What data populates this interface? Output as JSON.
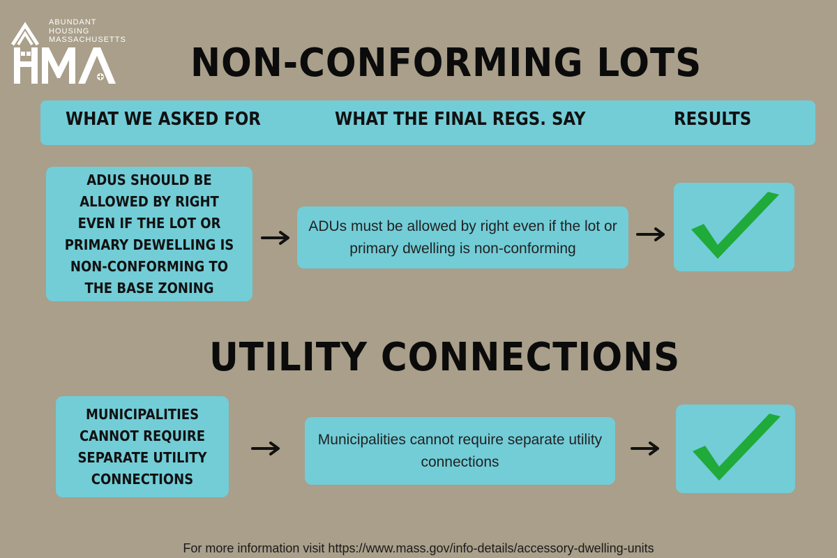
{
  "logo": {
    "org_line1": "ABUNDANT",
    "org_line2": "HOUSING",
    "org_line3": "MASSACHUSETTS",
    "monogram": "HMA",
    "color": "#ffffff"
  },
  "sections": [
    {
      "title": "NON-CONFORMING LOTS",
      "ask": "ADUS SHOULD BE ALLOWED BY RIGHT EVEN IF THE LOT OR PRIMARY DEWELLING IS NON-CONFORMING TO THE BASE ZONING",
      "regulation": "ADUs must be allowed by right even if the lot or primary dwelling is non-conforming",
      "result_icon": "checkmark-icon"
    },
    {
      "title": "UTILITY CONNECTIONS",
      "ask": "MUNICIPALITIES CANNOT REQUIRE SEPARATE UTILITY CONNECTIONS",
      "regulation": "Municipalities cannot require separate utility connections",
      "result_icon": "checkmark-icon"
    }
  ],
  "columns": {
    "asked": "WHAT WE ASKED FOR",
    "regs": "WHAT THE FINAL REGS. SAY",
    "results": "RESULTS"
  },
  "footer": "For more information visit https://www.mass.gov/info-details/accessory-dwelling-units",
  "colors": {
    "background": "#a99f8a",
    "card": "#72cdd7",
    "check": "#1faa3a"
  }
}
